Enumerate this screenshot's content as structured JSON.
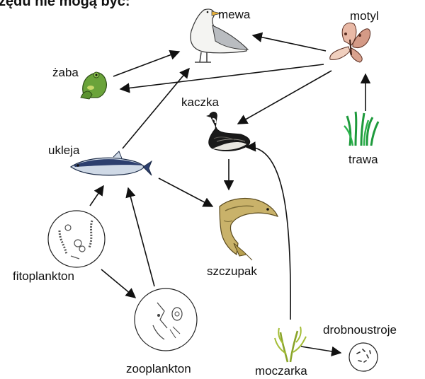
{
  "heading": "zędu nie mogą być:",
  "labels": {
    "mewa": "mewa",
    "motyl": "motyl",
    "zaba": "żaba",
    "kaczka": "kaczka",
    "ukleja": "ukleja",
    "trawa": "trawa",
    "fitoplankton": "fitoplankton",
    "szczupak": "szczupak",
    "zooplankton": "zooplankton",
    "drobnoustroje": "drobnoustroje",
    "moczarka": "moczarka"
  },
  "colors": {
    "line": "#111111",
    "grass": "#1e9a3c",
    "waterweed": "#8aa52a",
    "frog": "#6aa33a",
    "pike": "#b8a050"
  }
}
